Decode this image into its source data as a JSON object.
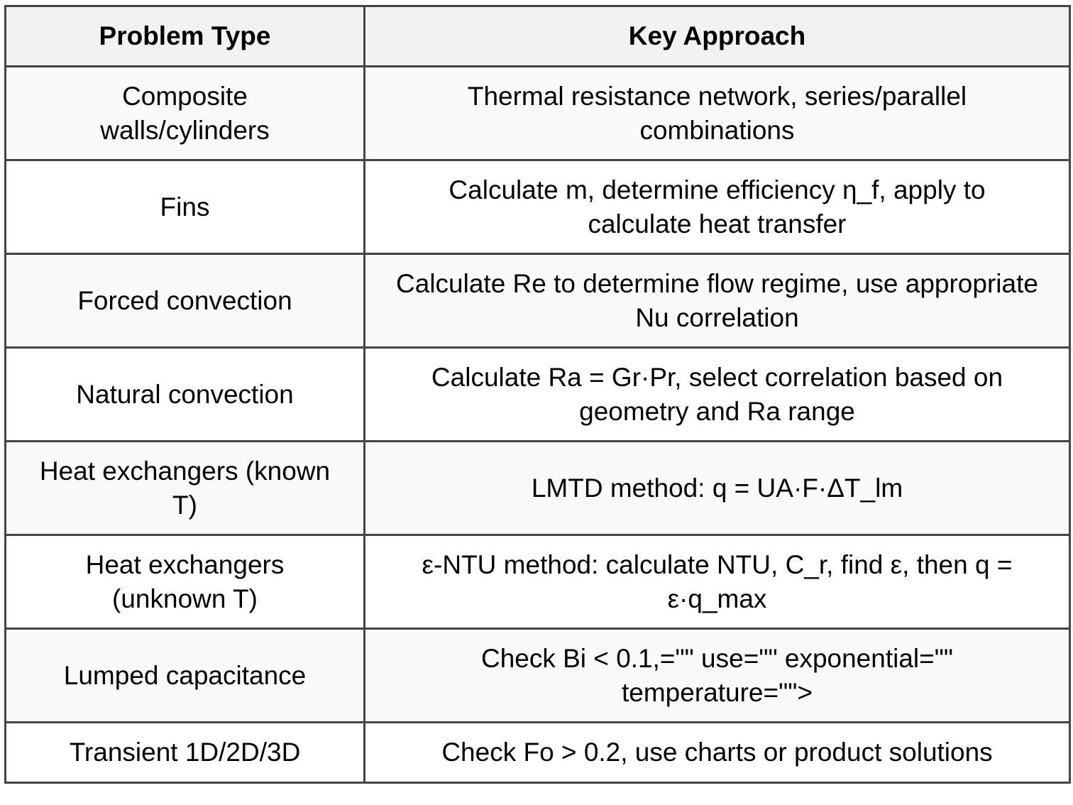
{
  "table": {
    "headers": [
      "Problem Type",
      "Key Approach"
    ],
    "rows": [
      {
        "problem_type": "Composite walls/cylinders",
        "key_approach": "Thermal resistance network, series/parallel combinations"
      },
      {
        "problem_type": "Fins",
        "key_approach": "Calculate m, determine efficiency η_f, apply to calculate heat transfer"
      },
      {
        "problem_type": "Forced convection",
        "key_approach": "Calculate Re to determine flow regime, use appropriate Nu correlation"
      },
      {
        "problem_type": "Natural convection",
        "key_approach": "Calculate Ra = Gr·Pr, select correlation based on geometry and Ra range"
      },
      {
        "problem_type": "Heat exchangers (known T)",
        "key_approach": "LMTD method: q = UA·F·ΔT_lm"
      },
      {
        "problem_type": "Heat exchangers (unknown T)",
        "key_approach": "ε-NTU method: calculate NTU, C_r, find ε, then q = ε·q_max"
      },
      {
        "problem_type": "Lumped capacitance",
        "key_approach": "Check Bi < 0.1,=\"\" use=\"\" exponential=\"\" temperature=\"\">"
      },
      {
        "problem_type": "Transient 1D/2D/3D",
        "key_approach": "Check Fo > 0.2, use charts or product solutions"
      }
    ]
  },
  "colors": {
    "border": "#444444",
    "header_bg": "#f2f2f2",
    "row_alt_bg": "#f9f9f9",
    "row_bg": "#ffffff"
  }
}
